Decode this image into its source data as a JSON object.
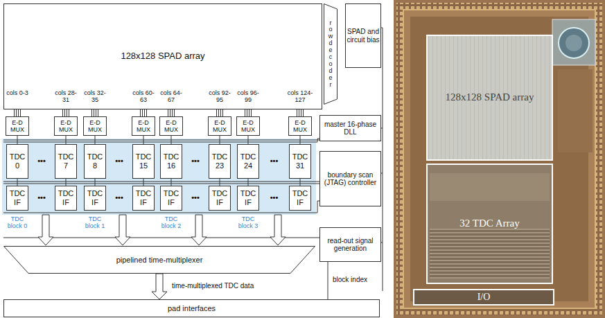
{
  "diagram": {
    "nodes": [
      {
        "text": [
          "128x128 SPAD array"
        ]
      },
      {
        "text": [
          "row decoder"
        ]
      },
      {
        "text": [
          "SPAD and circuit bias"
        ]
      },
      {
        "text": [
          "E-D MUX"
        ]
      },
      {
        "text": [
          "E-D MUX"
        ]
      },
      {
        "text": [
          "E-D MUX"
        ]
      },
      {
        "text": [
          "E-D MUX"
        ]
      },
      {
        "text": [
          "E-D MUX"
        ]
      },
      {
        "text": [
          "E-D MUX"
        ]
      },
      {
        "text": [
          "E-D MUX"
        ]
      },
      {
        "text": [
          "E-D MUX"
        ]
      },
      {
        "text": [
          "master 16-phase DLL"
        ]
      },
      {
        "text": [
          "TDC 0"
        ]
      },
      {
        "text": [
          "TDC 7"
        ]
      },
      {
        "text": [
          "TDC 8"
        ]
      },
      {
        "text": [
          "TDC 15"
        ]
      },
      {
        "text": [
          "TDC 16"
        ]
      },
      {
        "text": [
          "TDC 23"
        ]
      },
      {
        "text": [
          "TDC 24"
        ]
      },
      {
        "text": [
          "TDC 31"
        ]
      },
      {
        "text": [
          "TDC IF"
        ]
      },
      {
        "text": [
          "TDC IF"
        ]
      },
      {
        "text": [
          "TDC IF"
        ]
      },
      {
        "text": [
          "TDC IF"
        ]
      },
      {
        "text": [
          "TDC IF"
        ]
      },
      {
        "text": [
          "TDC IF"
        ]
      },
      {
        "text": [
          "TDC IF"
        ]
      },
      {
        "text": [
          "TDC IF"
        ]
      },
      {
        "text": [
          "boundary scan (JTAG) controller"
        ]
      },
      {
        "text": [
          "read-out signal generation"
        ]
      },
      {
        "text": [
          "pipelined time-multiplexer"
        ]
      },
      {
        "text": [
          "pad interfaces"
        ]
      },
      {
        "text": [
          "128x128 SPAD array"
        ]
      },
      {
        "text": [
          "32 TDC Array"
        ]
      },
      {
        "text": [
          "I/O"
        ]
      }
    ],
    "edges": [
      {
        "from": 0,
        "to": 3,
        "arrow": "none"
      },
      {
        "from": 0,
        "to": 4,
        "arrow": "none"
      },
      {
        "from": 0,
        "to": 5,
        "arrow": "none"
      },
      {
        "from": 0,
        "to": 6,
        "arrow": "none"
      },
      {
        "from": 0,
        "to": 7,
        "arrow": "none"
      },
      {
        "from": 0,
        "to": 8,
        "arrow": "none"
      },
      {
        "from": 0,
        "to": 9,
        "arrow": "none"
      },
      {
        "from": 0,
        "to": 10,
        "arrow": "none"
      },
      {
        "from": 3,
        "to": 12,
        "arrow": "none"
      },
      {
        "from": 4,
        "to": 13,
        "arrow": "none"
      },
      {
        "from": 5,
        "to": 14,
        "arrow": "none"
      },
      {
        "from": 6,
        "to": 15,
        "arrow": "none"
      },
      {
        "from": 7,
        "to": 16,
        "arrow": "none"
      },
      {
        "from": 8,
        "to": 17,
        "arrow": "none"
      },
      {
        "from": 9,
        "to": 18,
        "arrow": "none"
      },
      {
        "from": 10,
        "to": 19,
        "arrow": "none"
      },
      {
        "from": 12,
        "to": 20,
        "arrow": "none"
      },
      {
        "from": 13,
        "to": 21,
        "arrow": "none"
      },
      {
        "from": 14,
        "to": 22,
        "arrow": "none"
      },
      {
        "from": 15,
        "to": 23,
        "arrow": "none"
      },
      {
        "from": 16,
        "to": 24,
        "arrow": "none"
      },
      {
        "from": 17,
        "to": 25,
        "arrow": "none"
      },
      {
        "from": 18,
        "to": 26,
        "arrow": "none"
      },
      {
        "from": 19,
        "to": 27,
        "arrow": "none"
      },
      {
        "from": 30,
        "to": 31,
        "label": "time-multiplexed TDC data",
        "arrow": "to"
      },
      {
        "from": 29,
        "to": 31,
        "label": "block index",
        "arrow": "none"
      }
    ],
    "labels": [
      "cols 0-3",
      "cols 28-31",
      "cols 32-35",
      "cols 60-63",
      "cols 64-67",
      "cols 92-95",
      "cols 96-99",
      "cols 124-127",
      "TDC block 0",
      "TDC block 1",
      "TDC block 2",
      "TDC block 3",
      "•••",
      "•••",
      "•••",
      "•••",
      "•••",
      "•••",
      "•••",
      "•••"
    ]
  }
}
